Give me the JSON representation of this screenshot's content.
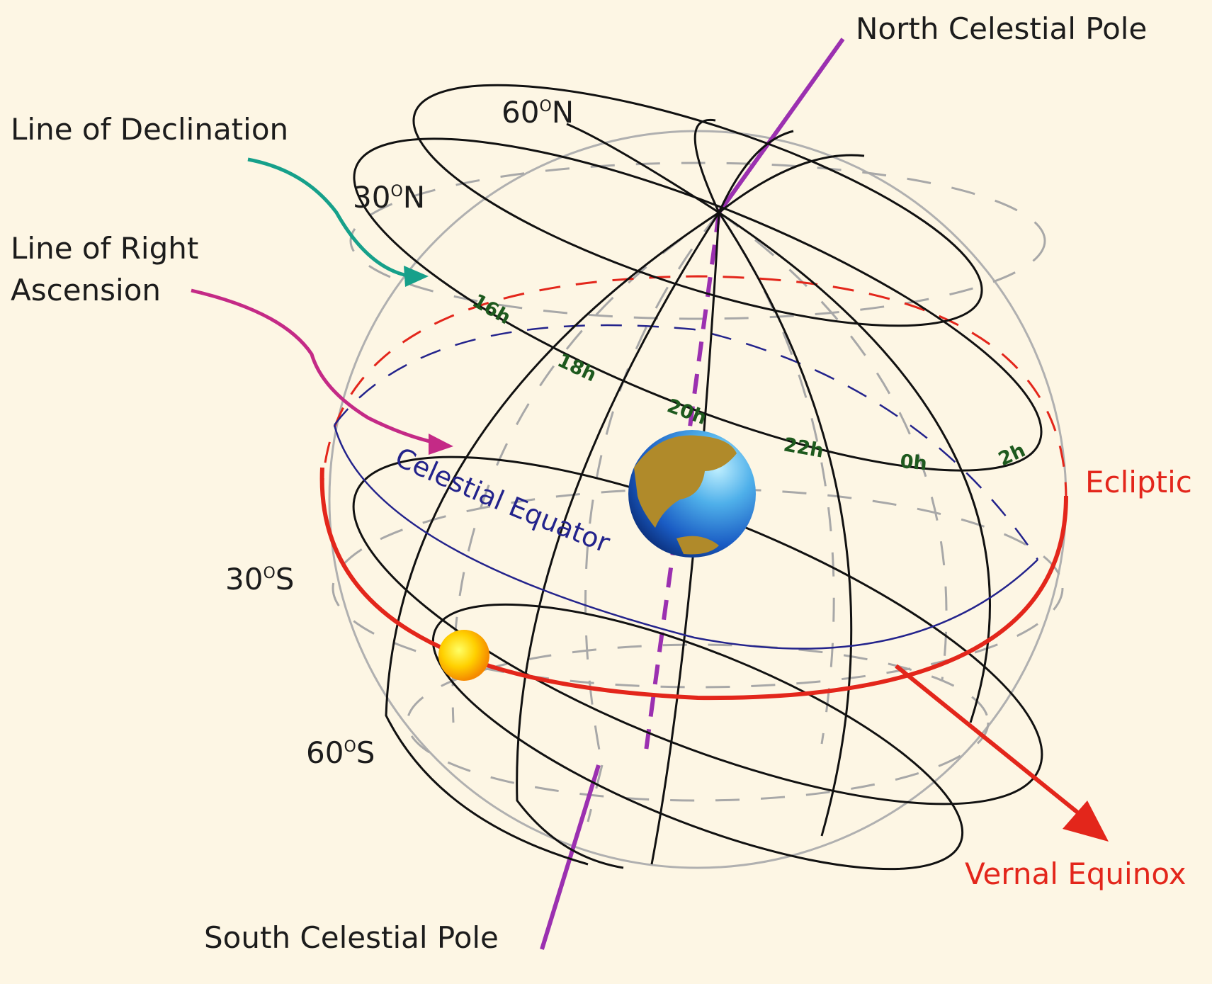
{
  "labels": {
    "north_pole": "North Celestial Pole",
    "south_pole": "South Celestial Pole",
    "declination": "Line of Declination",
    "ra_line1": "Line of Right",
    "ra_line2": "Ascension",
    "ecliptic": "Ecliptic",
    "vernal_equinox": "Vernal Equinox",
    "celestial_equator": "Celestial Equator"
  },
  "latitudes": {
    "n60": {
      "num": "60",
      "deg": "O",
      "dir": "N"
    },
    "n30": {
      "num": "30",
      "deg": "O",
      "dir": "N"
    },
    "s30": {
      "num": "30",
      "deg": "O",
      "dir": "S"
    },
    "s60": {
      "num": "60",
      "deg": "O",
      "dir": "S"
    }
  },
  "hours": [
    "16h",
    "18h",
    "20h",
    "22h",
    "0h",
    "2h"
  ],
  "colors": {
    "background": "#fdf6e4",
    "grid": "#111111",
    "back_grid": "#a8a8a8",
    "axis": "#9b30b0",
    "ecliptic": "#e3261b",
    "equator": "#23238c",
    "declination_arrow": "#16a08a",
    "ra_arrow": "#c42a86",
    "hour_label": "#1e5a1e"
  }
}
